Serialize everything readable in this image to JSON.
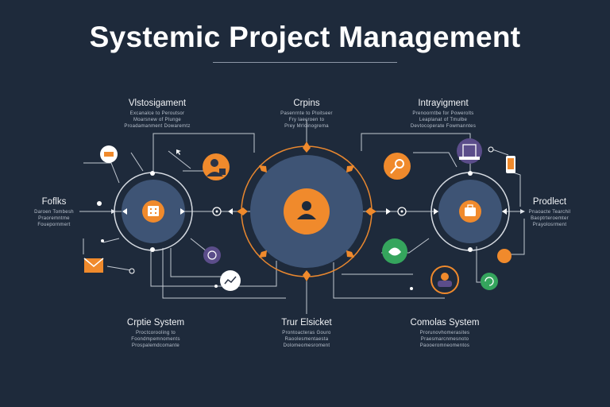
{
  "title": "Systemic Project Management",
  "labels": {
    "top_left": {
      "head": "Vlstosigament",
      "lines": [
        "Excanalce to Peroutsor",
        "Moarsnew of Plunge",
        "Proadamanment Dowaremtz"
      ]
    },
    "top_center": {
      "head": "Crpins",
      "lines": [
        "Pasenrnte to Ploitseer",
        "Fry laecroen to",
        "Prey Mrloinogrema"
      ]
    },
    "top_right": {
      "head": "Intrayigment",
      "lines": [
        "Prenoorntbe for Powerolts",
        "Leaplanat of Tmulbe",
        "Devtocoperate Fowmanntes"
      ]
    },
    "left": {
      "head": "Foflks",
      "lines": [
        "Daroen Tombesh",
        "Praoremntme",
        "Fouepornmert"
      ]
    },
    "right": {
      "head": "Prodlect",
      "lines": [
        "Pnaoacte Tearchil",
        "Baoptrteroemter",
        "Prayolosrment"
      ]
    },
    "bottom_left": {
      "head": "Crptie System",
      "lines": [
        "Proctcorooling to",
        "Foondmpemnoments",
        "Prospalemdcomante"
      ]
    },
    "bottom_center": {
      "head": "Trur Elsicket",
      "lines": [
        "Prontoacteras Gouro",
        "Raoolesmentaesta",
        "Dolomeomesroment"
      ]
    },
    "bottom_right": {
      "head": "Comolas System",
      "lines": [
        "Prorunovhomerasites",
        "Praesmarcnmesnoto",
        "Paooeromneomentos"
      ]
    }
  },
  "colors": {
    "background": "#1e2a3b",
    "hub_fill": "#3e5475",
    "accent": "#f08a2c",
    "line": "#c9ced6",
    "green": "#35a55d",
    "purple": "#5b4d8a"
  },
  "icons": {
    "left_hub": "building-icon",
    "center_hub": "person-icon",
    "right_hub": "briefcase-icon",
    "satellites": [
      "chart-icon",
      "cursor-icon",
      "worker-icon",
      "mail-icon",
      "globe-icon",
      "chart-check-icon",
      "wrench-icon",
      "building-purple-icon",
      "mobile-icon",
      "leaf-icon",
      "person-circle-icon",
      "cycle-icon",
      "dot-icon"
    ]
  }
}
